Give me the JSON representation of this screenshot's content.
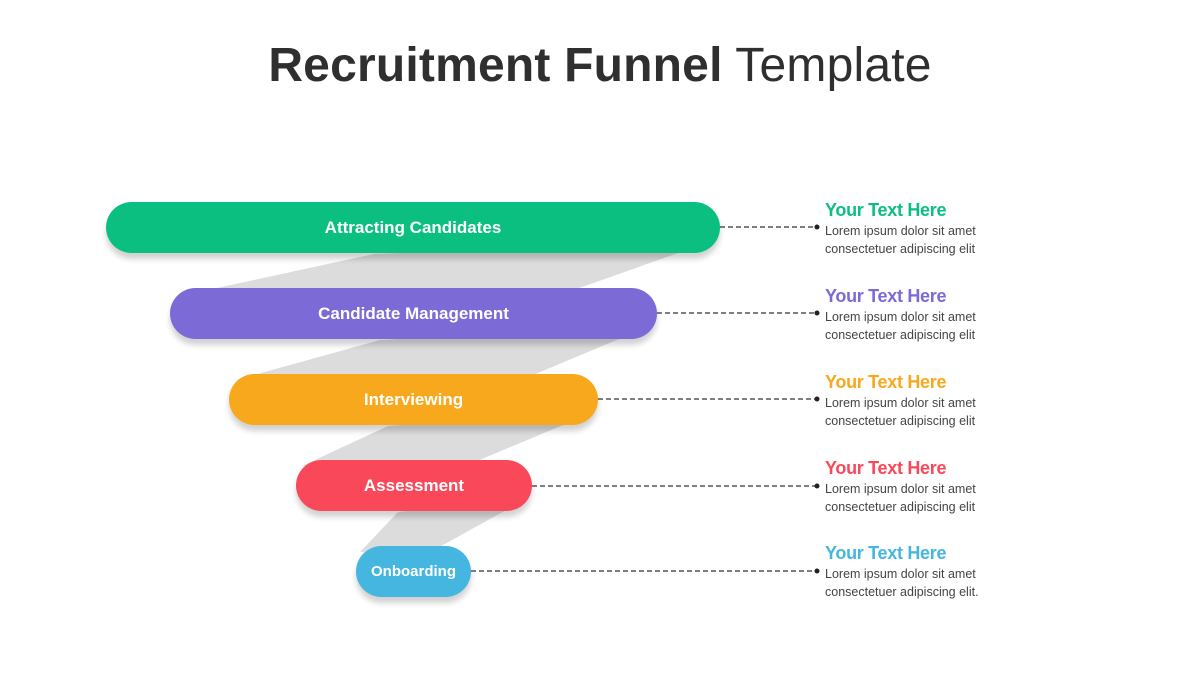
{
  "title": {
    "bold": "Recruitment Funnel",
    "light": "Template"
  },
  "stages": [
    {
      "label": "Attracting Candidates",
      "color": "#0bbf80",
      "heading": "Your Text Here",
      "line1": "Lorem ipsum dolor sit amet",
      "line2": "consectetuer adipiscing elit"
    },
    {
      "label": "Candidate Management",
      "color": "#7c6bd6",
      "heading": "Your Text Here",
      "line1": "Lorem ipsum dolor sit amet",
      "line2": "consectetuer adipiscing elit"
    },
    {
      "label": "Interviewing",
      "color": "#f8a81c",
      "heading": "Your Text Here",
      "line1": "Lorem ipsum dolor sit amet",
      "line2": "consectetuer adipiscing elit"
    },
    {
      "label": "Assessment",
      "color": "#f9485a",
      "heading": "Your Text Here",
      "line1": "Lorem ipsum dolor sit amet",
      "line2": "consectetuer adipiscing elit"
    },
    {
      "label": "Onboarding",
      "color": "#44b6e0",
      "heading": "Your Text Here",
      "line1": "Lorem ipsum dolor sit amet",
      "line2": "consectetuer adipiscing elit."
    }
  ]
}
